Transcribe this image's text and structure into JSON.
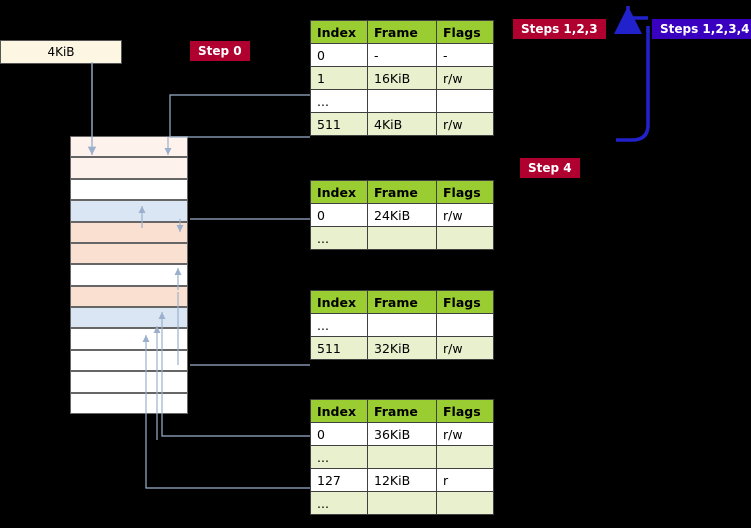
{
  "labels": {
    "kib_box": "4KiB",
    "step0": "Step 0",
    "step123": "Steps 1,2,3",
    "step4": "Step 4",
    "step1234": "Steps 1,2,3,4"
  },
  "colors": {
    "header_green": "#9acd32",
    "row_alt": "#e8f0cd",
    "step_red": "#b00030",
    "step_blue": "#3a00c0",
    "arrow_blue": "#2222cc",
    "box_cream": "#fdf6e3"
  },
  "tables": [
    {
      "name": "page-table-level-1",
      "headers": [
        "Index",
        "Frame",
        "Flags"
      ],
      "rows": [
        [
          "0",
          "-",
          "-"
        ],
        [
          "1",
          "16KiB",
          "r/w"
        ],
        [
          "...",
          "",
          ""
        ],
        [
          "511",
          "4KiB",
          "r/w"
        ]
      ]
    },
    {
      "name": "page-table-level-2",
      "headers": [
        "Index",
        "Frame",
        "Flags"
      ],
      "rows": [
        [
          "0",
          "24KiB",
          "r/w"
        ],
        [
          "...",
          "",
          ""
        ]
      ]
    },
    {
      "name": "page-table-level-3",
      "headers": [
        "Index",
        "Frame",
        "Flags"
      ],
      "rows": [
        [
          "...",
          "",
          ""
        ],
        [
          "511",
          "32KiB",
          "r/w"
        ]
      ]
    },
    {
      "name": "page-table-level-4",
      "headers": [
        "Index",
        "Frame",
        "Flags"
      ],
      "rows": [
        [
          "0",
          "36KiB",
          "r/w"
        ],
        [
          "...",
          "",
          ""
        ],
        [
          "127",
          "12KiB",
          "r"
        ],
        [
          "...",
          "",
          ""
        ]
      ]
    }
  ],
  "memory_rows": [
    {
      "fill": "#fdf3ec"
    },
    {
      "fill": "#fdf3ec"
    },
    {
      "fill": "#ffffff"
    },
    {
      "fill": "#dbe6f5"
    },
    {
      "fill": "#fae0d0"
    },
    {
      "fill": "#fae0d0"
    },
    {
      "fill": "#ffffff"
    },
    {
      "fill": "#fae0d0"
    },
    {
      "fill": "#dbe6f5"
    },
    {
      "fill": "#ffffff"
    },
    {
      "fill": "#ffffff"
    },
    {
      "fill": "#ffffff"
    },
    {
      "fill": "#ffffff"
    }
  ]
}
